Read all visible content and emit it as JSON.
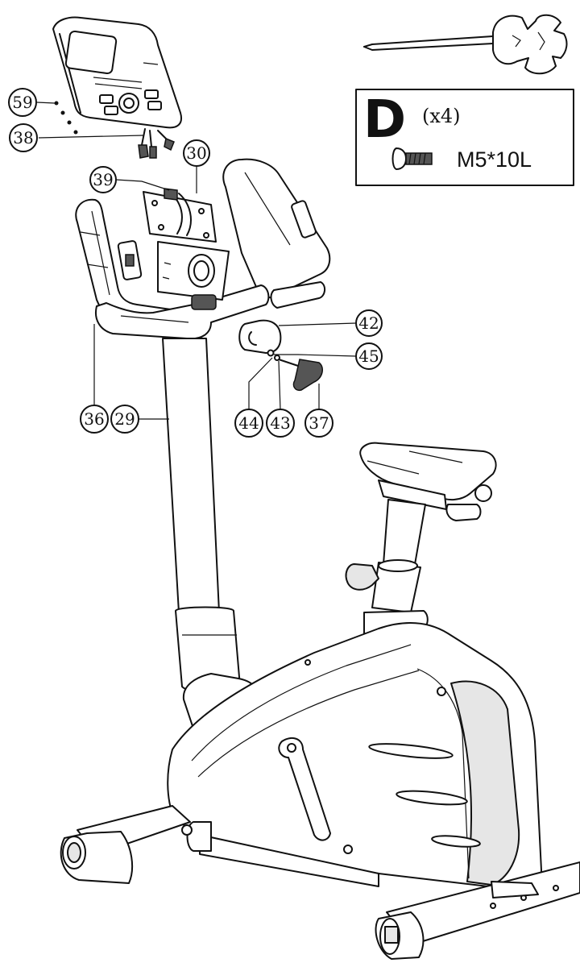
{
  "callouts": [
    {
      "id": "59",
      "text": "59"
    },
    {
      "id": "38",
      "text": "38"
    },
    {
      "id": "30",
      "text": "30"
    },
    {
      "id": "39",
      "text": "39"
    },
    {
      "id": "42",
      "text": "42"
    },
    {
      "id": "45",
      "text": "45"
    },
    {
      "id": "36",
      "text": "36"
    },
    {
      "id": "29",
      "text": "29"
    },
    {
      "id": "44",
      "text": "44"
    },
    {
      "id": "43",
      "text": "43"
    },
    {
      "id": "37",
      "text": "37"
    }
  ],
  "hardware": {
    "letter": "D",
    "quantity": "(x4)",
    "spec": "M5*10L"
  },
  "tool_icon": "allen-key-wrench-icon",
  "bolt_icon": "button-head-bolt-icon"
}
